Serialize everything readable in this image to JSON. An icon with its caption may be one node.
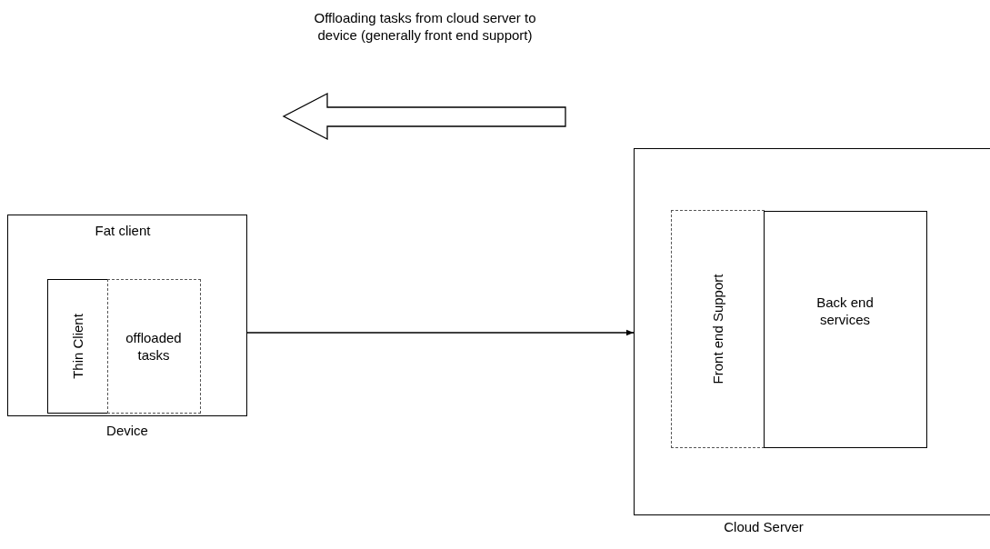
{
  "diagram": {
    "nodes": [
      {
        "text": [
          "Device"
        ]
      },
      {
        "text": [
          "Thin Client"
        ],
        "in": 0
      },
      {
        "text": [
          "offloaded tasks"
        ],
        "in": 0
      },
      {
        "text": [
          "Cloud Server"
        ]
      },
      {
        "text": [
          "Front end Support"
        ],
        "in": 3
      },
      {
        "text": [
          "Back end services"
        ],
        "in": 3
      }
    ],
    "edges": [
      {
        "from": 0,
        "to": 3,
        "arrow": "to"
      }
    ],
    "labels": [
      "Offloading tasks from cloud server to device (generally front end support)",
      "Fat client"
    ]
  }
}
